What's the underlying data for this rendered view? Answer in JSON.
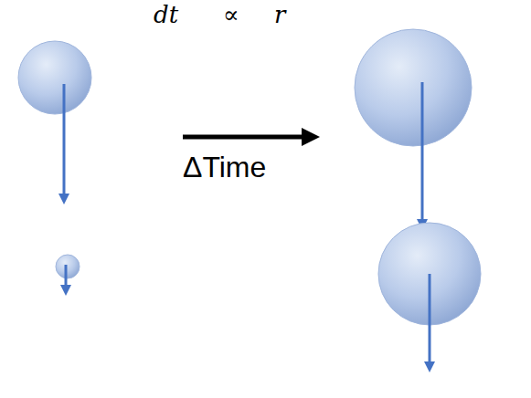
{
  "diagram": {
    "labels": [
      "dt",
      "∝",
      "r",
      "ΔTime"
    ]
  }
}
